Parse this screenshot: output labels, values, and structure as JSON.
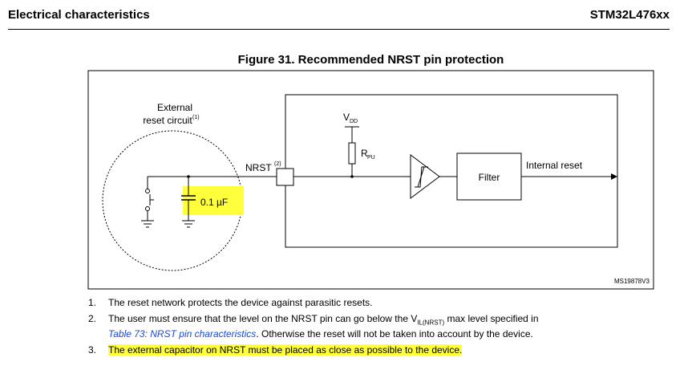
{
  "header": {
    "section_title": "Electrical characteristics",
    "part_number": "STM32L476xx"
  },
  "figure": {
    "title": "Figure 31. Recommended NRST pin protection",
    "external_circuit_label_line1": "External",
    "external_circuit_label_line2": "reset circuit",
    "external_circuit_footnote": "(1)",
    "capacitor_value": "0.1 µF",
    "pin_label": "NRST",
    "pin_footnote": "(2)",
    "supply_label": "V",
    "supply_subscript": "DD",
    "resistor_label": "R",
    "resistor_subscript": "PU",
    "filter_label": "Filter",
    "output_label": "Internal reset",
    "figure_id": "MS19878V3",
    "colors": {
      "highlight": "#ffff3c",
      "link": "#1a4bd6"
    }
  },
  "notes": [
    {
      "number": "1.",
      "text": "The reset network protects the device against parasitic resets."
    },
    {
      "number": "2.",
      "text_before": "The user must ensure that the level on the NRST pin can go below the V",
      "subscript": "IL(NRST)",
      "text_after": " max level specified in",
      "link_text": "Table 73: NRST pin characteristics",
      "text_end": ". Otherwise the reset will not be taken into account by the device."
    },
    {
      "number": "3.",
      "text": "The external capacitor on NRST must be placed as close as possible to the device."
    }
  ]
}
